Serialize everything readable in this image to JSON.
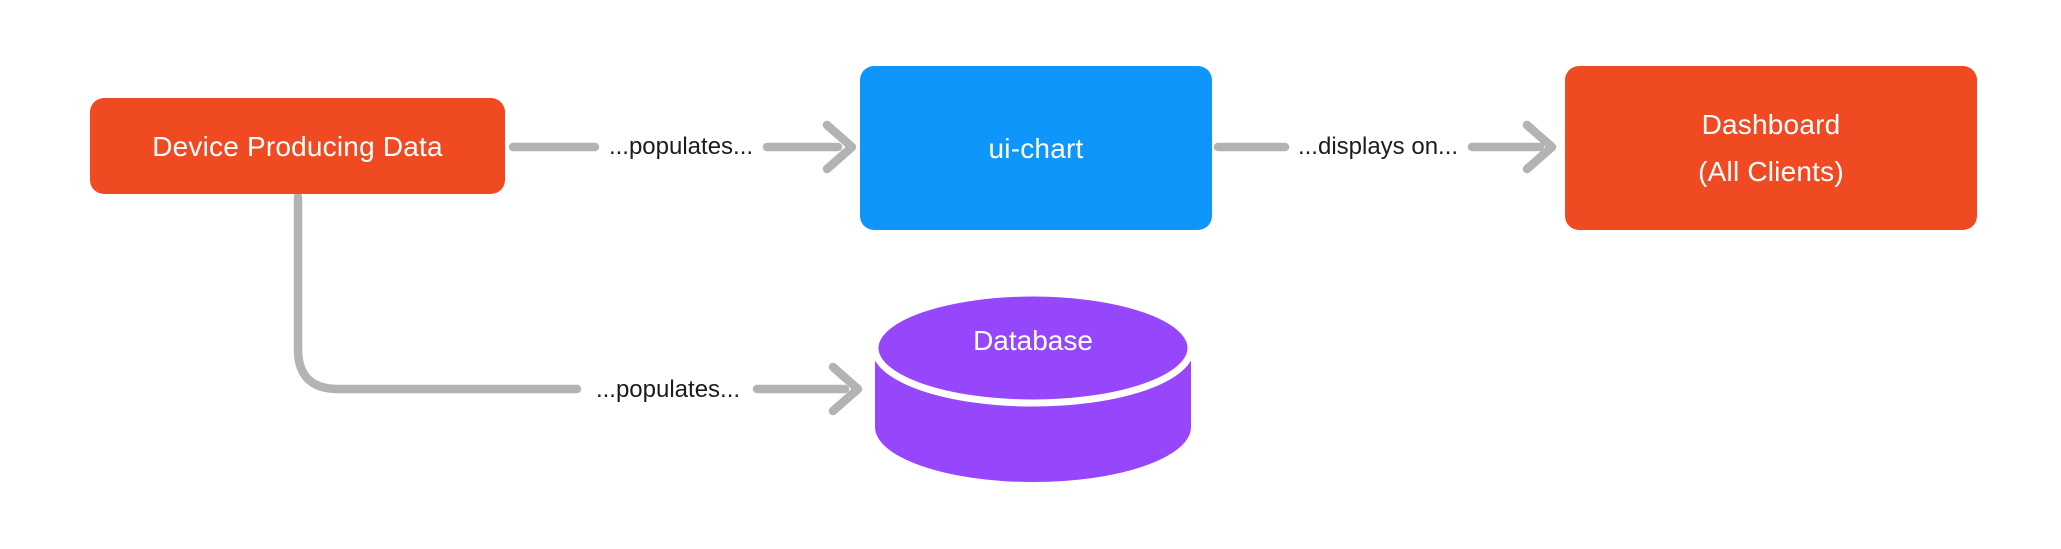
{
  "diagram": {
    "background": "#FFFFFF",
    "nodes": {
      "device": {
        "label": "Device Producing Data",
        "color": "#F04A23",
        "text_color": "#FFFFFF"
      },
      "ui_chart": {
        "label": "ui-chart",
        "color": "#0E96FA",
        "text_color": "#FFFFFF"
      },
      "dashboard": {
        "label_line1": "Dashboard",
        "label_line2": "(All Clients)",
        "color": "#F04A23",
        "text_color": "#FFFFFF"
      },
      "database": {
        "label": "Database",
        "shape": "cylinder",
        "color": "#9747FB",
        "ring_color": "#FFFFFF",
        "text_color": "#FFFFFF"
      }
    },
    "edges": {
      "device_to_uichart": {
        "label": "...populates..."
      },
      "uichart_to_dashboard": {
        "label": "...displays on..."
      },
      "device_to_database": {
        "label": "...populates..."
      }
    },
    "style": {
      "arrow_color": "#B3B3B3",
      "edge_label_color": "#1C1C1C"
    }
  }
}
